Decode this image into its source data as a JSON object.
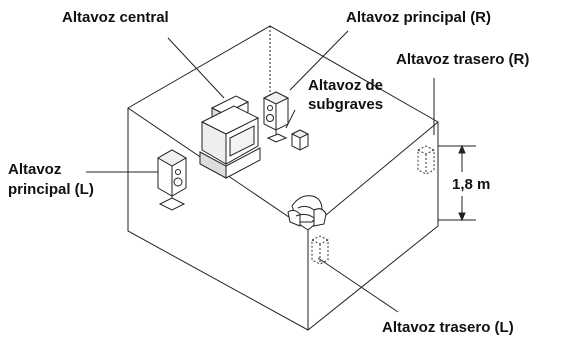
{
  "labels": {
    "center": "Altavoz central",
    "main_right": "Altavoz principal (R)",
    "subwoofer_line1": "Altavoz de",
    "subwoofer_line2": "subgraves",
    "rear_right": "Altavoz trasero (R)",
    "main_left_line1": "Altavoz",
    "main_left_line2": "principal (L)",
    "rear_left": "Altavoz trasero (L)",
    "height": "1,8 m"
  },
  "colors": {
    "line": "#222222",
    "dashed": "#333333",
    "text": "#111111",
    "shade": "#e6e6e6"
  }
}
